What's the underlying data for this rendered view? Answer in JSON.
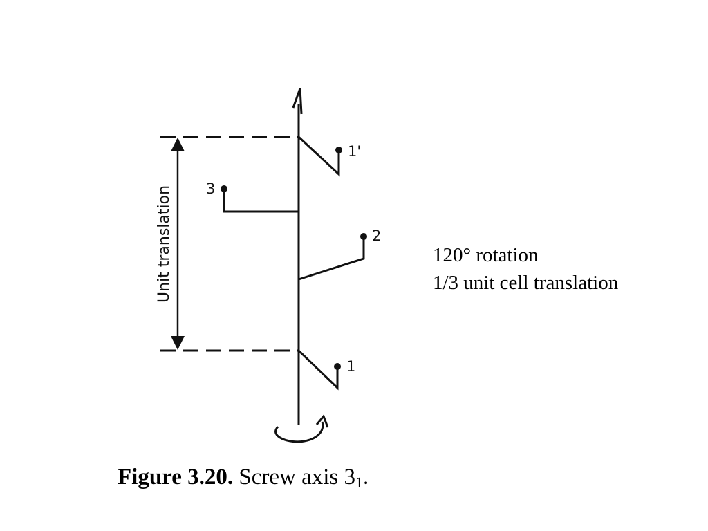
{
  "diagram": {
    "axis_label": "Unit translation",
    "points": {
      "p1": "1",
      "p1_prime": "1'",
      "p2": "2",
      "p3": "3"
    }
  },
  "notes": {
    "rotation": "120° rotation",
    "translation": "1/3 unit cell translation"
  },
  "caption": {
    "label": "Figure 3.20.",
    "text": "Screw axis 3",
    "subscript": "1",
    "trailing": "."
  }
}
